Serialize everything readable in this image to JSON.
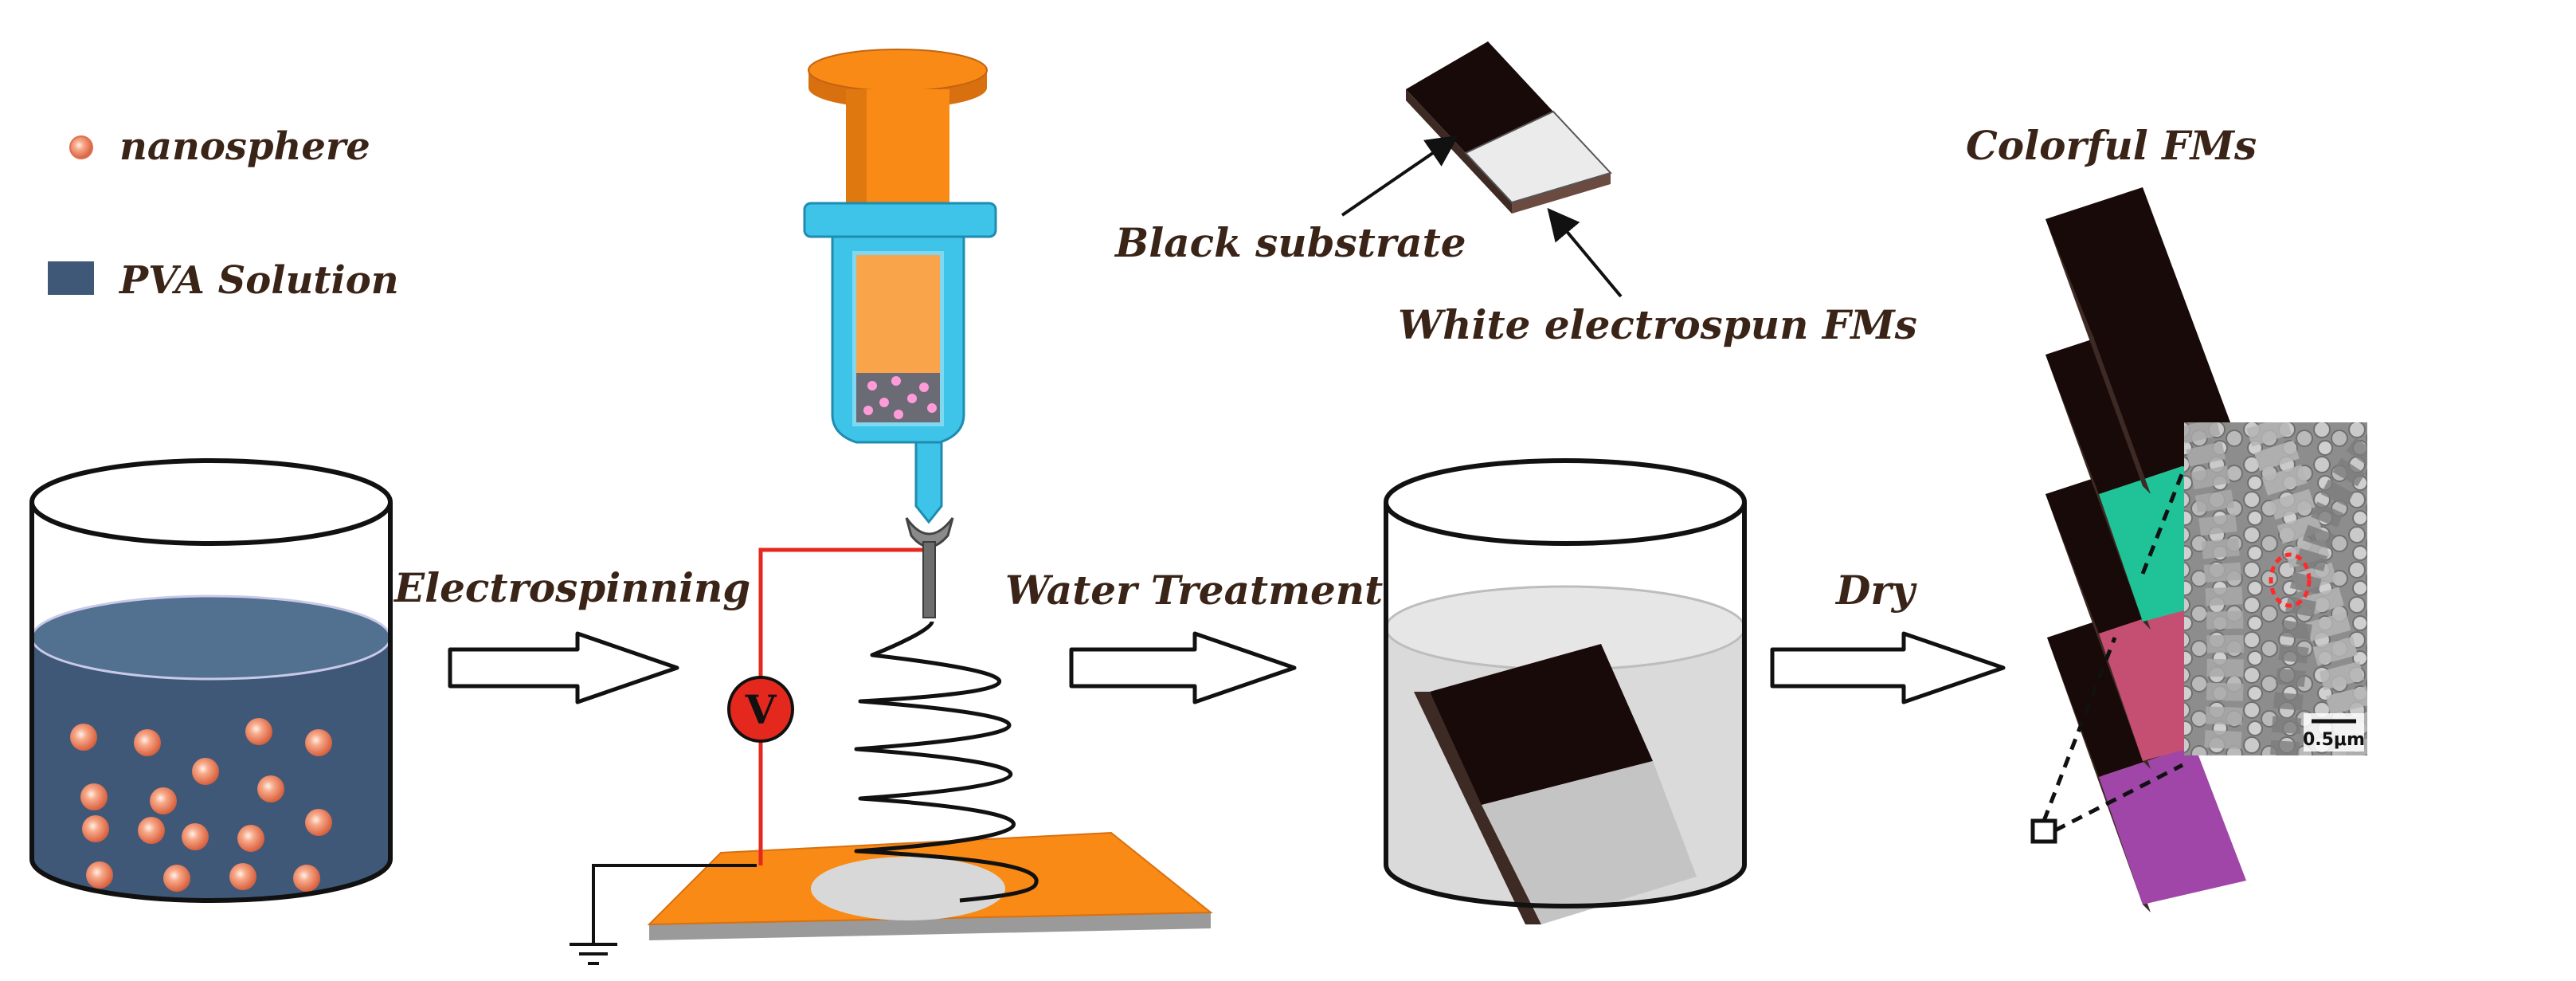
{
  "legend": {
    "nanosphere_label": "nanosphere",
    "pva_label": "PVA Solution"
  },
  "steps": {
    "electrospinning": "Electrospinning",
    "water_treatment": "Water Treatment",
    "dry": "Dry"
  },
  "callouts": {
    "black_substrate": "Black substrate",
    "white_fms": "White electrospun FMs",
    "colorful_fms": "Colorful FMs"
  },
  "voltmeter_symbol": "V",
  "sem_scale": "0.5μm",
  "colors": {
    "pva_solution": "#3f5878",
    "nanosphere": "#ef8f6c",
    "syringe_plunger": "#f98a16",
    "syringe_barrel": "#3ec4e8",
    "collector_plate": "#f98a16",
    "wire": "#e5281e",
    "water": "#d9d9d9",
    "sample_green": "#20c397",
    "sample_red": "#c54f72",
    "sample_purple": "#a046a8",
    "text": "#3a2418"
  }
}
